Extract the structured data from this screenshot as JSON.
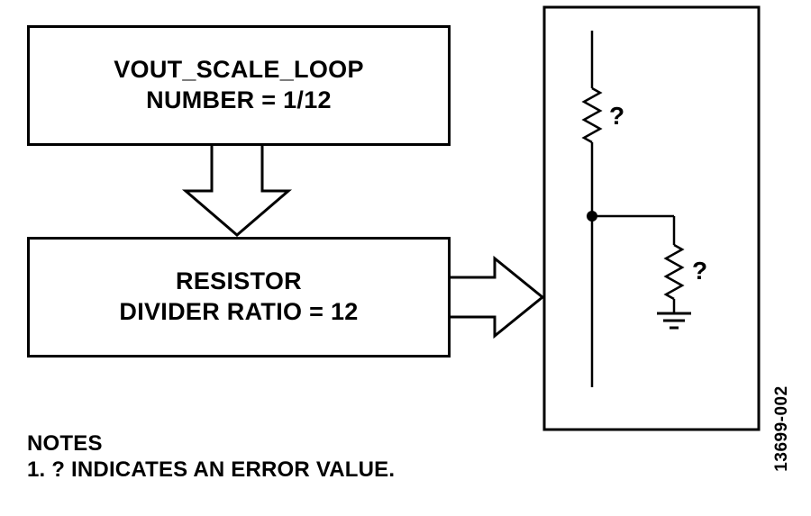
{
  "diagram": {
    "box1": {
      "line1": "VOUT_SCALE_LOOP",
      "line2": "NUMBER = 1/12"
    },
    "box2": {
      "line1": "RESISTOR",
      "line2": "DIVIDER RATIO = 12"
    },
    "circuit": {
      "resistor1_label": "?",
      "resistor2_label": "?"
    },
    "notes": {
      "title": "NOTES",
      "item1": "1. ? INDICATES AN ERROR VALUE."
    },
    "figure_id": "13699-002",
    "colors": {
      "line": "#000000",
      "background": "#ffffff"
    }
  }
}
